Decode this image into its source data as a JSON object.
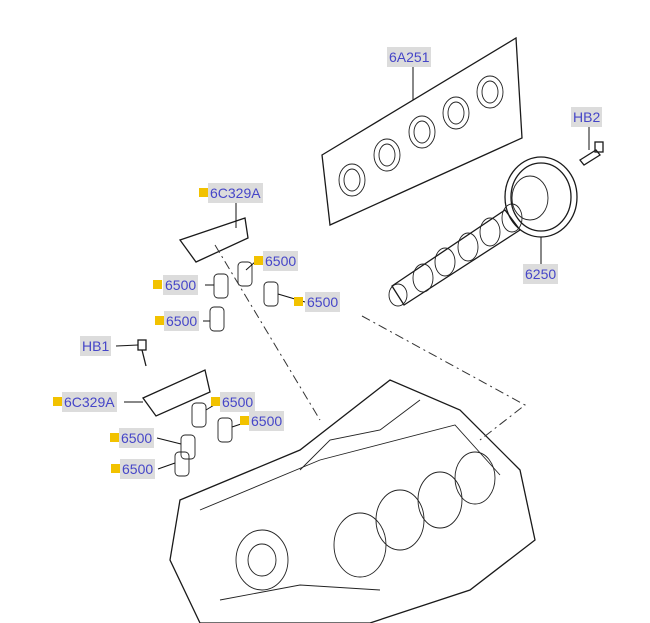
{
  "callouts": {
    "c6A251": {
      "label": "6A251",
      "highlighted": false
    },
    "cHB2": {
      "label": "HB2",
      "highlighted": false
    },
    "c6C329A_top": {
      "label": "6C329A",
      "highlighted": true
    },
    "c6500_a": {
      "label": "6500",
      "highlighted": true
    },
    "c6500_b": {
      "label": "6500",
      "highlighted": true
    },
    "c6500_c": {
      "label": "6500",
      "highlighted": true
    },
    "c6250": {
      "label": "6250",
      "highlighted": false
    },
    "c6500_d": {
      "label": "6500",
      "highlighted": true
    },
    "cHB1": {
      "label": "HB1",
      "highlighted": false
    },
    "c6C329A_bottom": {
      "label": "6C329A",
      "highlighted": true
    },
    "c6500_e": {
      "label": "6500",
      "highlighted": true
    },
    "c6500_f": {
      "label": "6500",
      "highlighted": true
    },
    "c6500_g": {
      "label": "6500",
      "highlighted": true
    },
    "c6500_h": {
      "label": "6500",
      "highlighted": true
    }
  },
  "colors": {
    "label_text": "#4646c8",
    "label_background": "#dcdcdc",
    "highlight_marker": "#f2c200",
    "line_art": "#1a1a1a"
  }
}
